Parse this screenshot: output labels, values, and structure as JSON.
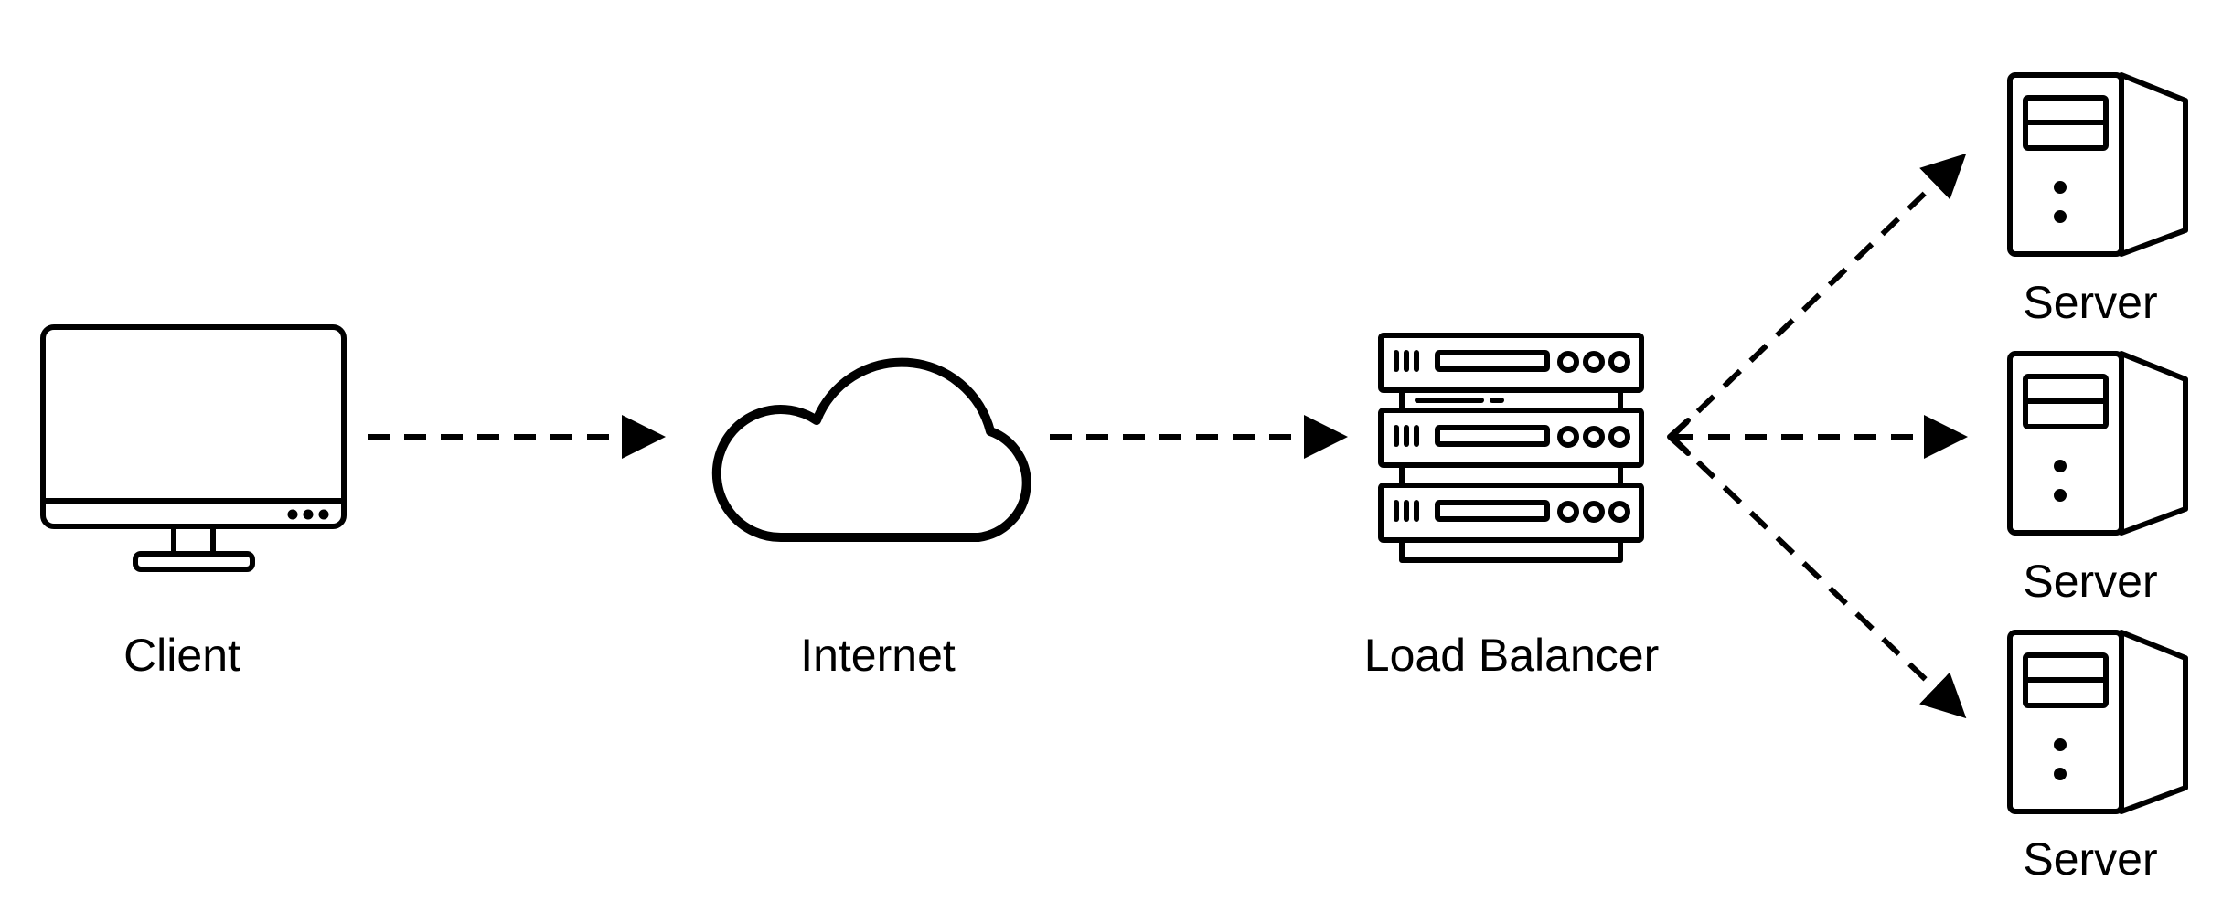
{
  "diagram": {
    "nodes": {
      "client": {
        "label": "Client",
        "icon": "monitor-icon"
      },
      "internet": {
        "label": "Internet",
        "icon": "cloud-icon"
      },
      "load_balancer": {
        "label": "Load Balancer",
        "icon": "server-rack-icon"
      },
      "servers": [
        {
          "label": "Server",
          "icon": "server-tower-icon"
        },
        {
          "label": "Server",
          "icon": "server-tower-icon"
        },
        {
          "label": "Server",
          "icon": "server-tower-icon"
        }
      ]
    },
    "edges": [
      {
        "from": "client",
        "to": "internet",
        "style": "dashed"
      },
      {
        "from": "internet",
        "to": "load_balancer",
        "style": "dashed"
      },
      {
        "from": "load_balancer",
        "to": "server_1",
        "style": "dashed"
      },
      {
        "from": "load_balancer",
        "to": "server_2",
        "style": "dashed"
      },
      {
        "from": "load_balancer",
        "to": "server_3",
        "style": "dashed"
      }
    ],
    "colors": {
      "stroke": "#000000",
      "background": "#ffffff"
    }
  }
}
